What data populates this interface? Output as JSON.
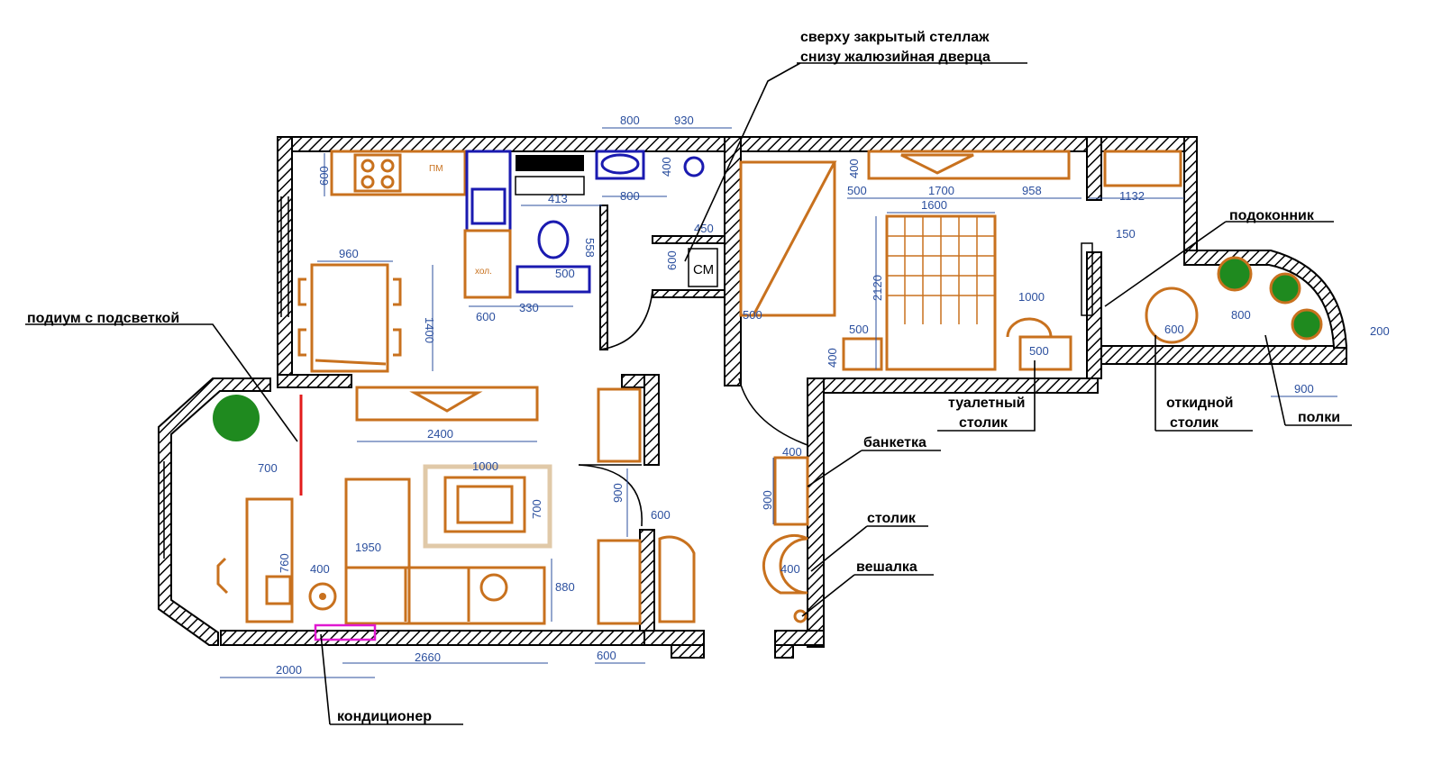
{
  "annotations": {
    "shelf_top": "сверху закрытый стеллаж",
    "shelf_bottom": "снизу жалюзийная дверца",
    "podium": "подиум с подсветкой",
    "windowsill": "подоконник",
    "vanity": "туалетный",
    "vanity2": "столик",
    "folding_table": "откидной",
    "folding_table2": "столик",
    "shelves": "полки",
    "bench": "банкетка",
    "side_table": "столик",
    "hanger": "вешалка",
    "ac": "кондиционер"
  },
  "fixture_labels": {
    "dishwasher": "ПМ",
    "fridge": "хол.",
    "washer": "СМ"
  },
  "dimensions": {
    "d800a": "800",
    "d930": "930",
    "d600k": "600",
    "d413": "413",
    "d800b": "800",
    "d400a": "400",
    "d450": "450",
    "d558": "558",
    "d500a": "500",
    "d600c": "600",
    "d600d": "600",
    "d330": "330",
    "d960": "960",
    "d1400": "1400",
    "d400b": "400",
    "d500b": "500",
    "d1700": "1700",
    "d958": "958",
    "d1132": "1132",
    "d1600": "1600",
    "d150": "150",
    "d2120": "2120",
    "d1000a": "1000",
    "d500c": "500",
    "d500d": "500",
    "d400c": "400",
    "d500e": "500",
    "d600e": "600",
    "d800c": "800",
    "d200": "200",
    "d900a": "900",
    "d2400": "2400",
    "d700a": "700",
    "d1000b": "1000",
    "d700b": "700",
    "d760": "760",
    "d1950": "1950",
    "d400d": "400",
    "d880": "880",
    "d900b": "900",
    "d600f": "600",
    "d2660": "2660",
    "d2000": "2000",
    "d600g": "600",
    "d400e": "400",
    "d900c": "900",
    "d400f": "400"
  },
  "colors": {
    "furniture": "#c8711e",
    "dimension": "#2b4f9e",
    "plumbing": "#1a1ab0",
    "plant": "#1f8a1f",
    "podium_line": "#e21b1b",
    "ac_unit": "#e018d0"
  }
}
